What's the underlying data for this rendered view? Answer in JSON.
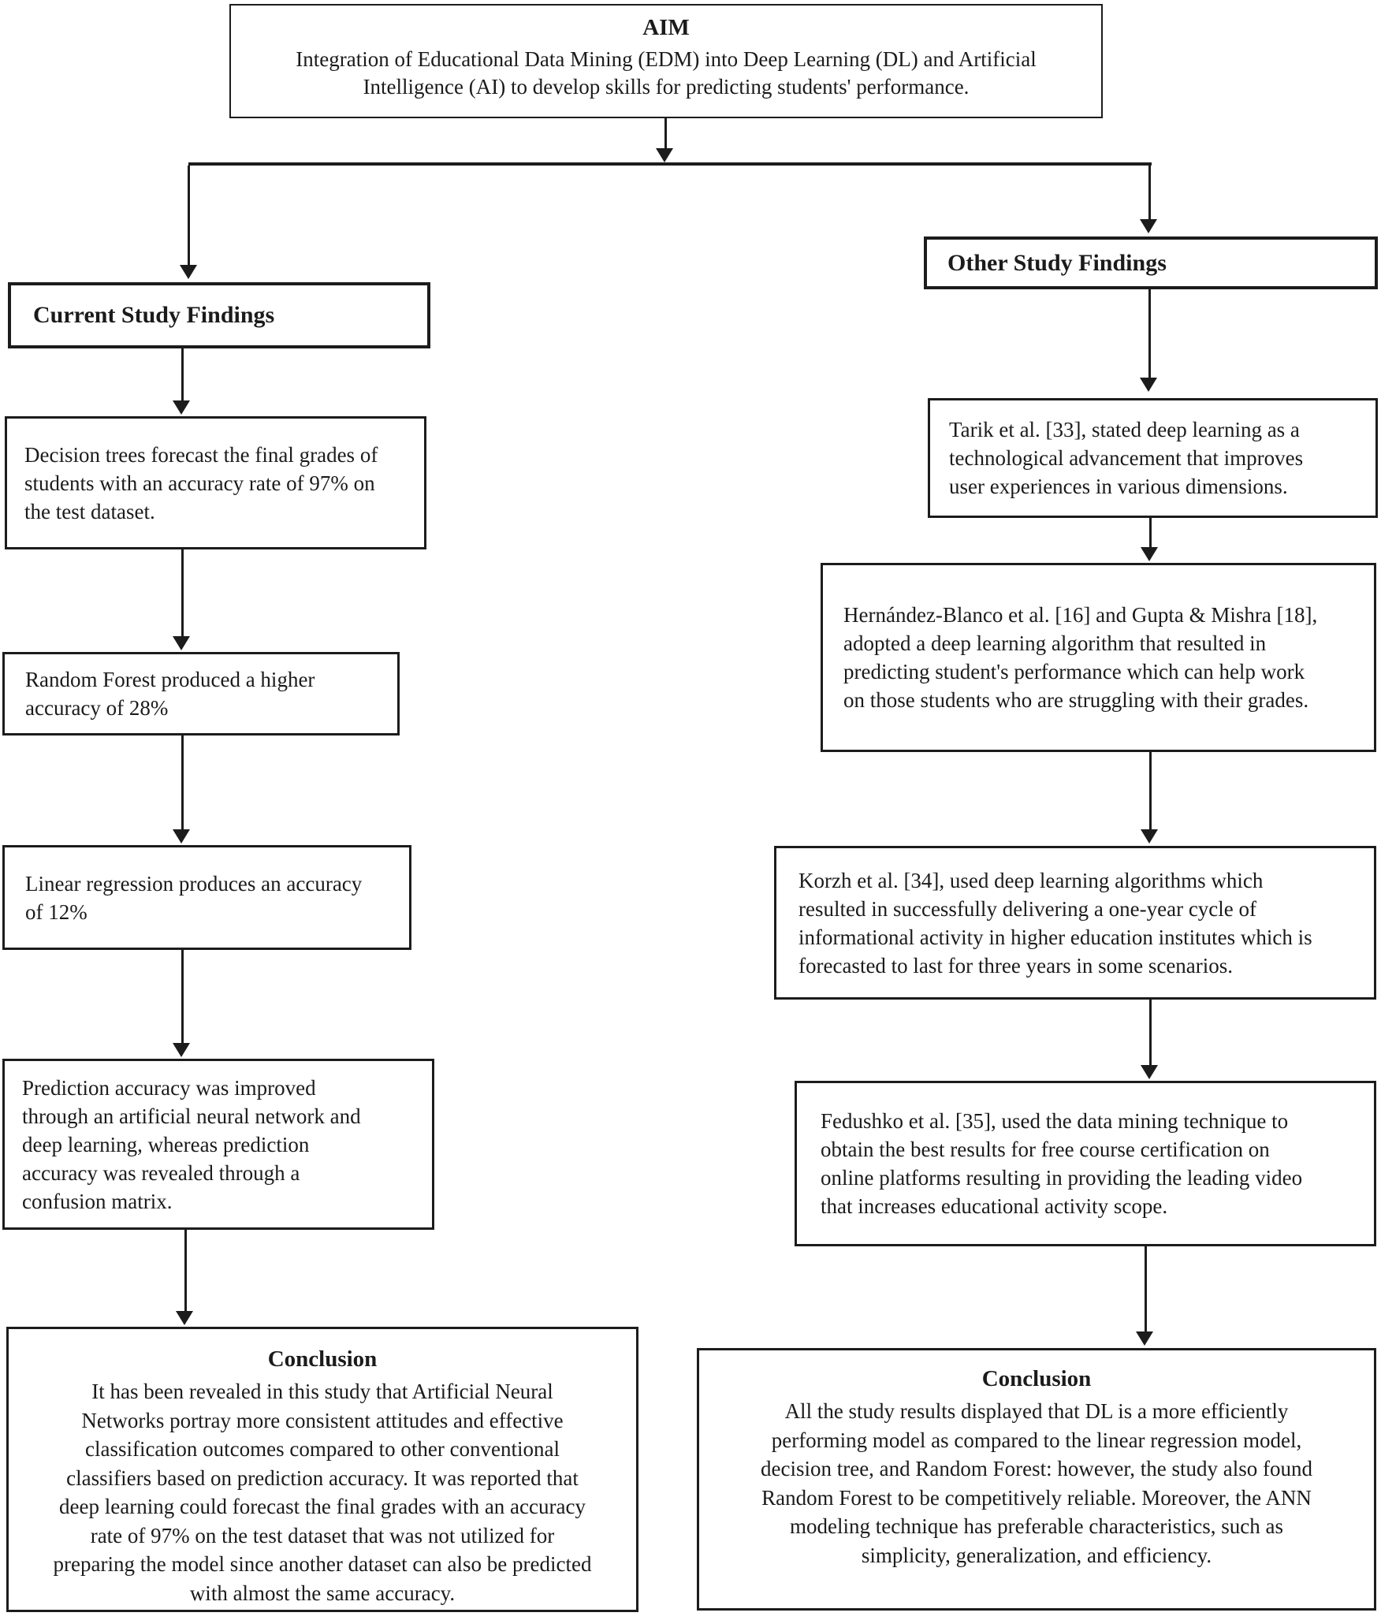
{
  "aim": {
    "title": "AIM",
    "text": "Integration of Educational Data Mining (EDM) into Deep Learning (DL) and Artificial\nIntelligence (AI) to develop skills for predicting students' performance."
  },
  "left": {
    "header": "Current Study Findings",
    "boxes": [
      "Decision trees forecast the final grades of\nstudents with an accuracy rate of 97% on\nthe test dataset.",
      "Random Forest produced a higher\naccuracy of 28%",
      "Linear regression produces an accuracy\nof 12%",
      "Prediction accuracy was improved\nthrough an artificial neural network and\ndeep learning, whereas prediction\naccuracy was revealed through a\nconfusion matrix."
    ],
    "conclusion": {
      "title": "Conclusion",
      "text": "It has been revealed in this study that Artificial Neural\nNetworks portray more consistent attitudes and effective\nclassification outcomes compared to other conventional\nclassifiers based on prediction accuracy. It was reported that\ndeep learning could forecast the final grades with an accuracy\nrate of 97% on the test dataset that was not utilized for\npreparing the model since another dataset can also be predicted\nwith almost the same accuracy."
    }
  },
  "right": {
    "header": "Other Study Findings",
    "boxes": [
      "Tarik et al. [33], stated deep learning as a\ntechnological advancement that improves\nuser experiences in various dimensions.",
      "Hernández-Blanco et al. [16] and Gupta & Mishra [18],\nadopted a deep learning algorithm that resulted in\npredicting student's performance which can help work\non those students who are struggling with their grades.",
      "Korzh et al. [34], used deep learning algorithms which\nresulted in successfully delivering a one-year cycle of\ninformational activity in higher education institutes which is\nforecasted to last for three years in some scenarios.",
      "Fedushko et al. [35], used the data mining technique to\nobtain the best results for free course certification on\nonline platforms resulting in providing the leading video\nthat increases educational activity scope."
    ],
    "conclusion": {
      "title": "Conclusion",
      "text": "All the study results displayed that DL is a more efficiently\nperforming model as compared to the linear regression model,\ndecision tree, and Random Forest: however, the study also found\nRandom Forest to be competitively reliable. Moreover, the ANN\nmodeling technique has preferable characteristics, such as\nsimplicity, generalization, and efficiency."
    }
  },
  "colors": {
    "line": "#1c1c1c",
    "background": "#ffffff",
    "text": "#1b1b1b"
  }
}
